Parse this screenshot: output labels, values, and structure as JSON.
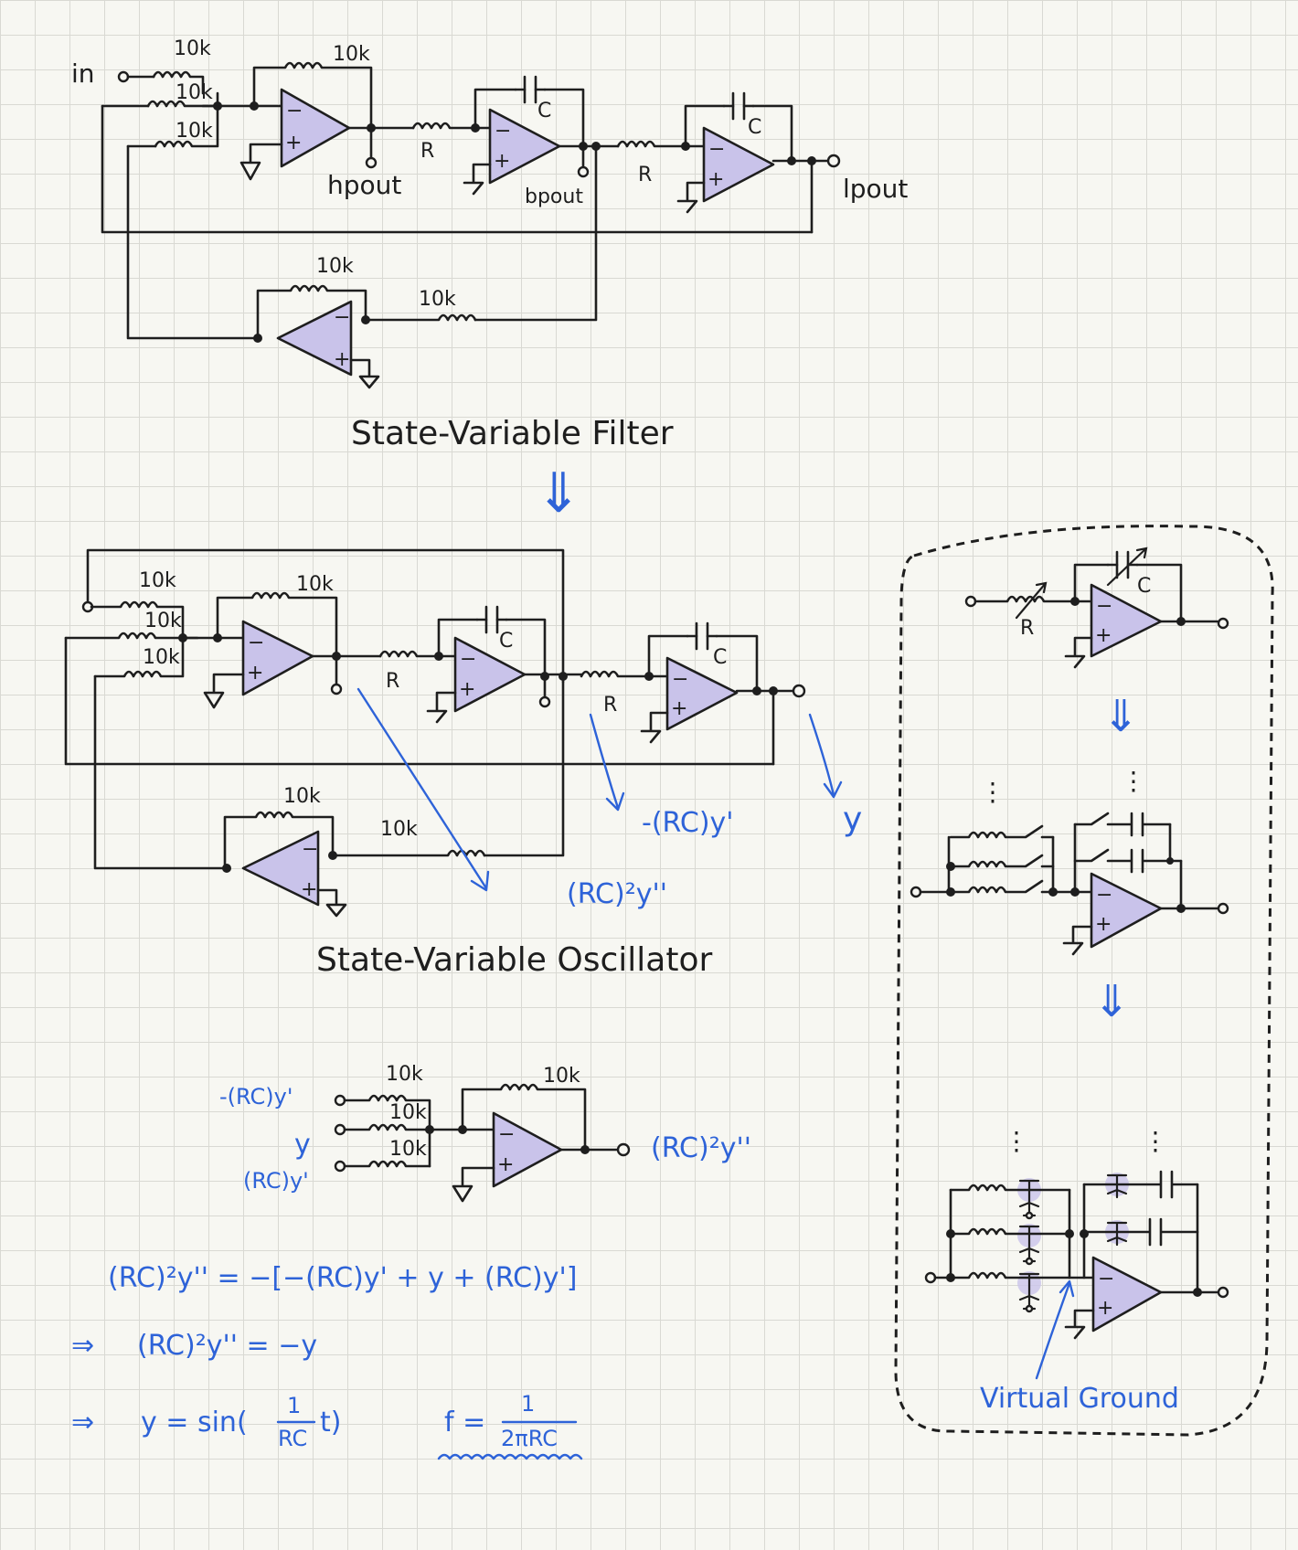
{
  "filter": {
    "title": "State-Variable Filter",
    "in_label": "in",
    "r_10k": "10k",
    "r_R": "R",
    "cap_C": "C",
    "hpout": "hpout",
    "bpout": "bpout",
    "lpout": "lpout"
  },
  "oscillator": {
    "title": "State-Variable Oscillator",
    "ann_first": "-(RC)y'",
    "ann_second": "(RC)²y''",
    "ann_output": "y"
  },
  "summer": {
    "in_top": "-(RC)y'",
    "in_mid": "y",
    "in_bot": "(RC)y'",
    "out": "(RC)²y''"
  },
  "equations": {
    "line1": "(RC)²y'' = −[−(RC)y' + y + (RC)y']",
    "line2_arrow": "⇒",
    "line2": "(RC)²y'' = −y",
    "line3_arrow": "⇒",
    "line3_pre": "y = sin(",
    "line3_frac_num": "1",
    "line3_frac_den": "RC",
    "line3_post": "t)",
    "freq_pre": "f =",
    "freq_num": "1",
    "freq_den": "2πRC"
  },
  "sidebar": {
    "r_label": "R",
    "c_label": "C",
    "vg_label": "Virtual Ground",
    "dots": "⋮"
  },
  "arrows": {
    "down": "⇓"
  },
  "colors": {
    "ink": "#1e1e1e",
    "annotation_blue": "#2e63d8",
    "opamp_fill": "#c9c3ea",
    "paper": "#f7f7f2",
    "grid": "#d9d9d3"
  }
}
